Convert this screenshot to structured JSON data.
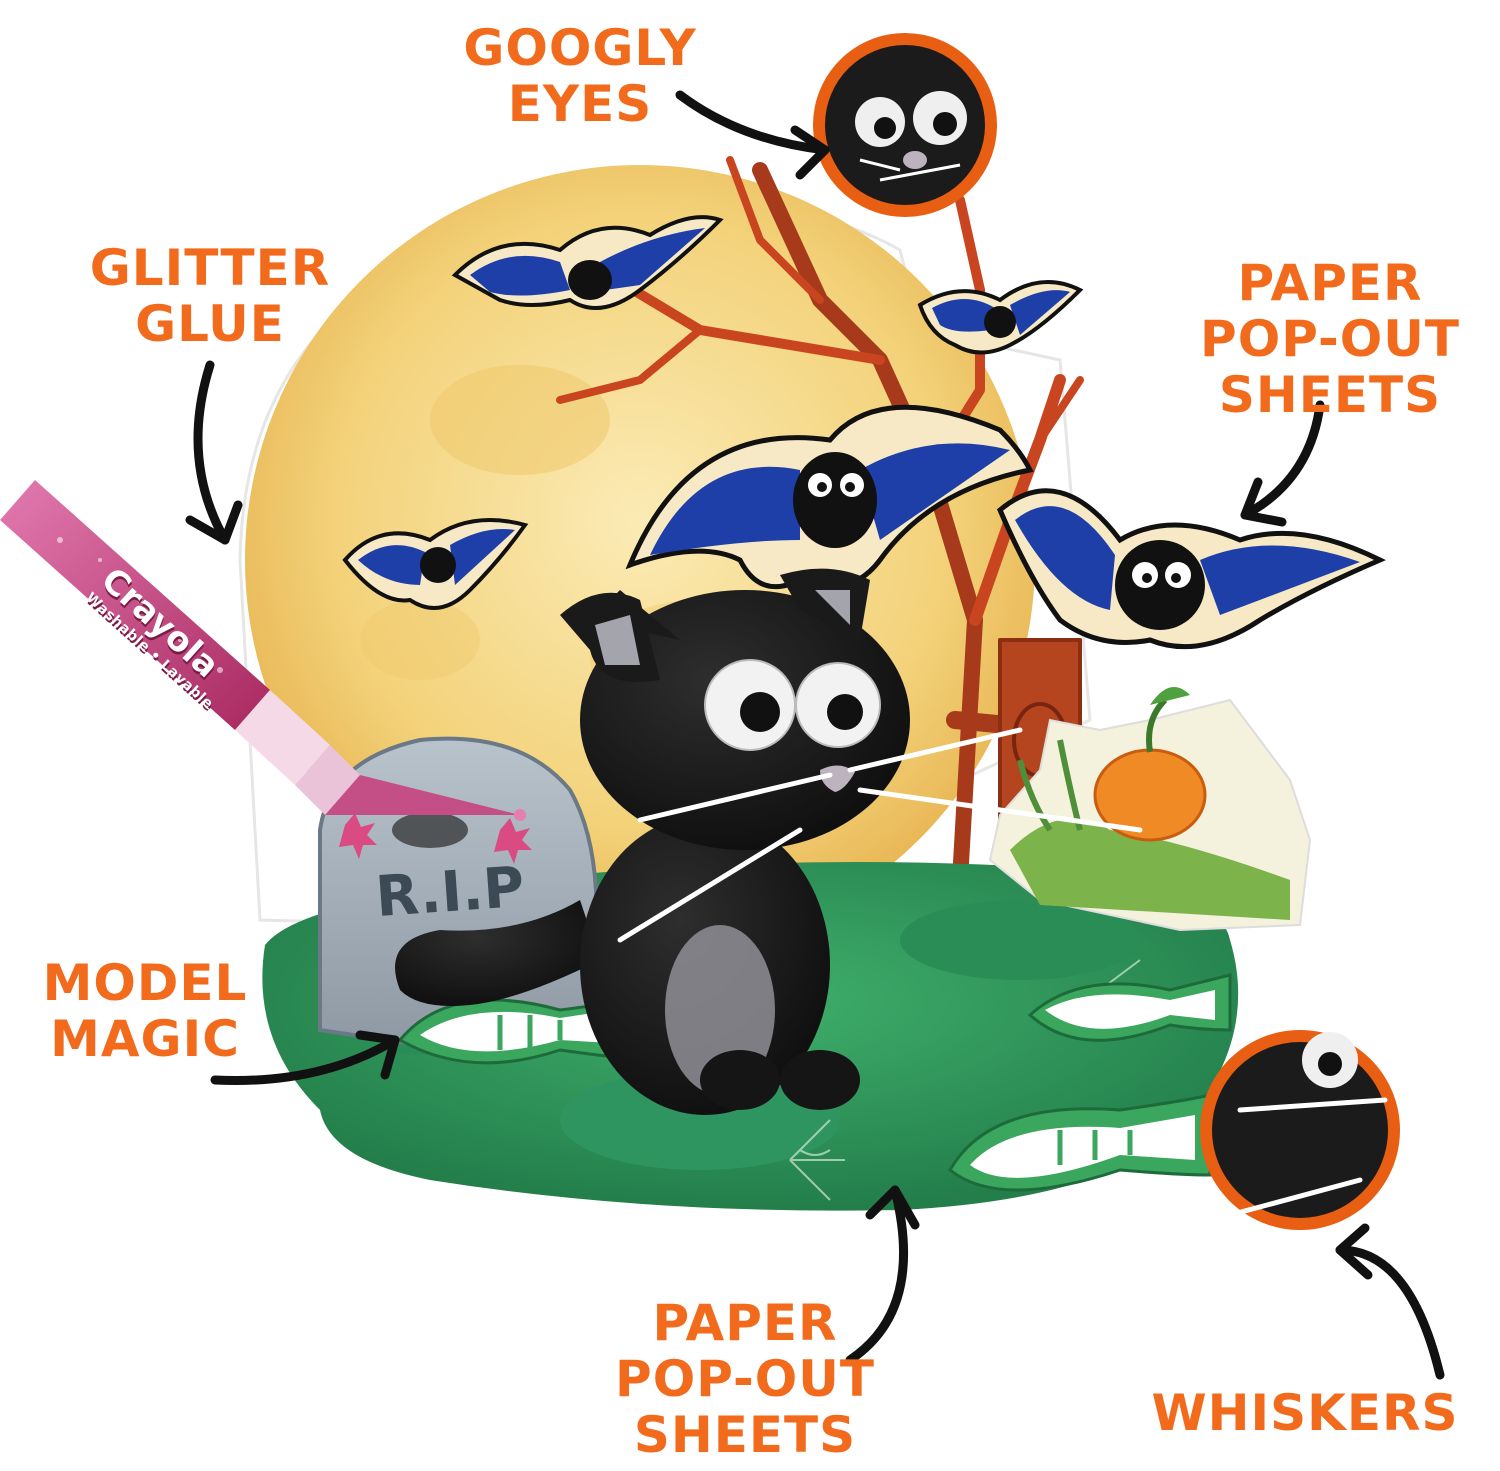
{
  "labels": {
    "googly_eyes": [
      "GOOGLY",
      "EYES"
    ],
    "glitter_glue": [
      "GLITTER",
      "GLUE"
    ],
    "paper_popout_right": [
      "PAPER",
      "POP-OUT",
      "SHEETS"
    ],
    "model_magic": [
      "MODEL",
      "MAGIC"
    ],
    "paper_popout_bottom": [
      "PAPER",
      "POP-OUT",
      "SHEETS"
    ],
    "whiskers": "WHISKERS"
  },
  "tombstone_text": "R.I.P",
  "tube": {
    "brand": "Crayola",
    "subtext": "Washable • Lavable"
  },
  "colors": {
    "label_orange": "#F26B1D",
    "arrow": "#111111",
    "moon": "#F5D98C",
    "grass": "#2E9A5E",
    "cat": "#1A1A1A",
    "bat_wing": "#1E3FA8",
    "glitter": "#C2407A"
  }
}
